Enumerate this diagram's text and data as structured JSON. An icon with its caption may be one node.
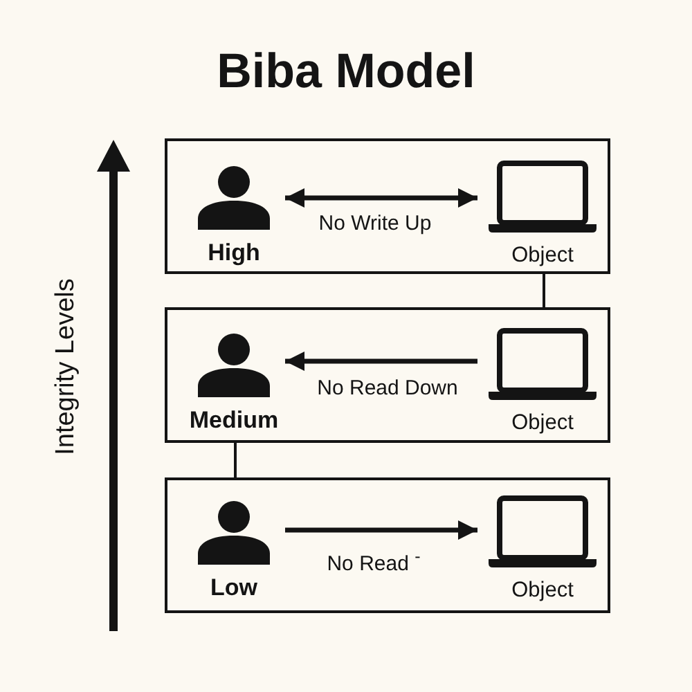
{
  "diagram": {
    "title": "Biba Model",
    "nodes": [
      {
        "text": [],
        "shape": "box"
      },
      {
        "text": [
          "High"
        ],
        "in": 0
      },
      {
        "text": [
          "Object"
        ],
        "in": 0
      },
      {
        "text": [],
        "shape": "box"
      },
      {
        "text": [
          "Medium"
        ],
        "in": 3
      },
      {
        "text": [
          "Object"
        ],
        "in": 3
      },
      {
        "text": [],
        "shape": "box"
      },
      {
        "text": [
          "Low"
        ],
        "in": 6
      },
      {
        "text": [
          "Object"
        ],
        "in": 6
      }
    ],
    "edges": [
      {
        "from": 1,
        "to": 2,
        "arrow": "both",
        "label": "No Write Up"
      },
      {
        "from": 5,
        "to": 4,
        "arrow": "to",
        "label": "No Read Down"
      },
      {
        "from": 7,
        "to": 8,
        "arrow": "to",
        "label": "No Read $^{-}$"
      },
      {
        "from": 0,
        "to": 3,
        "arrow": "none"
      },
      {
        "from": 3,
        "to": 6,
        "arrow": "none"
      }
    ],
    "labels": [
      "Integrity Levels"
    ]
  }
}
